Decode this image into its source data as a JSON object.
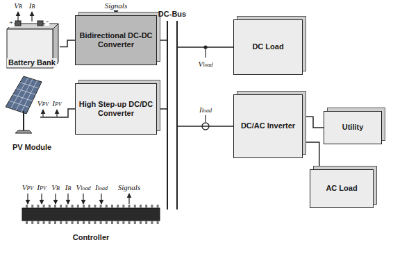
{
  "diagram": {
    "nodes": [
      {
        "text": [
          "Battery Bank"
        ]
      },
      {
        "text": [
          "Bidirectional DC-DC Converter"
        ]
      },
      {
        "text": [
          "DC-Bus"
        ]
      },
      {
        "text": [
          "DC Load"
        ]
      },
      {
        "text": [
          "PV Module"
        ]
      },
      {
        "text": [
          "High Step-up DC/DC Converter"
        ]
      },
      {
        "text": [
          "DC/AC Inverter"
        ]
      },
      {
        "text": [
          "Utility"
        ]
      },
      {
        "text": [
          "AC Load"
        ]
      },
      {
        "text": [
          "Controller"
        ]
      }
    ],
    "edges": [
      {
        "from": 0,
        "to": 1,
        "arrow": "none"
      },
      {
        "from": 1,
        "to": 2,
        "arrow": "none"
      },
      {
        "from": 2,
        "to": 3,
        "arrow": "none"
      },
      {
        "from": 4,
        "to": 5,
        "arrow": "none"
      },
      {
        "from": 5,
        "to": 2,
        "arrow": "none"
      },
      {
        "from": 2,
        "to": 6,
        "arrow": "none"
      },
      {
        "from": 6,
        "to": 7,
        "arrow": "none"
      },
      {
        "from": 6,
        "to": 8,
        "arrow": "none"
      }
    ],
    "labels": [
      "VB",
      "IB",
      "Signals",
      "+",
      "-",
      "Vload",
      "VPV",
      "IPV",
      "Iload",
      "VPV",
      "IPV",
      "VB",
      "IB",
      "Vload",
      "Iload",
      "Signals"
    ]
  }
}
